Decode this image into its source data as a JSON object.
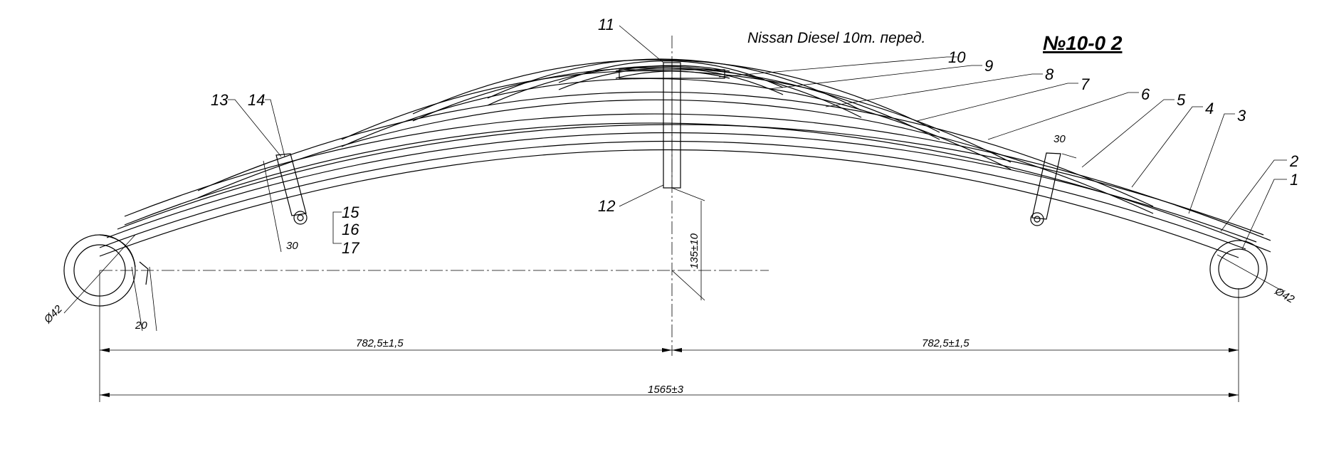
{
  "title": "Nissan Diesel 10т.  перед.",
  "doc_number": "№10-0 2",
  "callouts": [
    "1",
    "2",
    "3",
    "4",
    "5",
    "6",
    "7",
    "8",
    "9",
    "10",
    "11",
    "12",
    "13",
    "14",
    "15",
    "16",
    "17"
  ],
  "dimensions": {
    "left_half": "782,5±1,5",
    "right_half": "782,5±1,5",
    "total": "1565±3",
    "height": "135±10",
    "eye_left": "Ø42",
    "eye_right": "Ø42",
    "clamp_left": "30",
    "clamp_right": "30",
    "wrap": "20"
  }
}
